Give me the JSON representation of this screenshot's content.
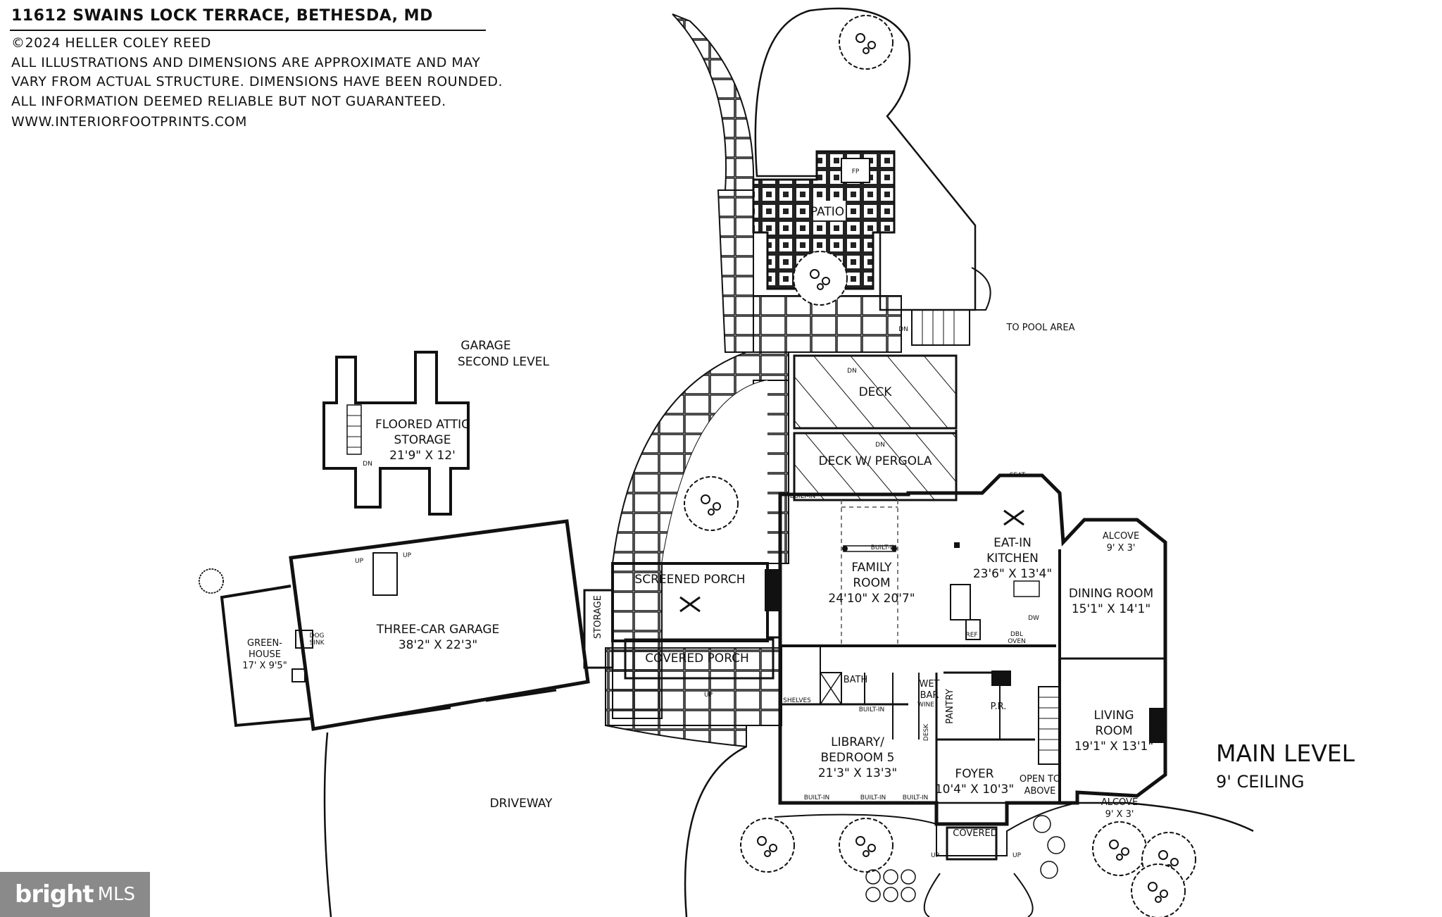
{
  "header": {
    "title": "11612 SWAINS LOCK TERRACE, BETHESDA, MD",
    "copyright": "©2024 HELLER COLEY REED",
    "disclaimer_1": "ALL ILLUSTRATIONS AND DIMENSIONS ARE APPROXIMATE AND MAY",
    "disclaimer_2": "VARY FROM ACTUAL STRUCTURE. DIMENSIONS HAVE BEEN ROUNDED.",
    "disclaimer_3": "ALL INFORMATION DEEMED RELIABLE BUT NOT GUARANTEED.",
    "website": "WWW.INTERIORFOOTPRINTS.COM"
  },
  "level": {
    "title": "MAIN LEVEL",
    "ceiling": "9' CEILING"
  },
  "rooms": {
    "patio": "PATIO",
    "fp": "FP",
    "to_pool": "TO POOL AREA",
    "garage_second_1": "GARAGE",
    "garage_second_2": "SECOND LEVEL",
    "attic_1": "FLOORED ATTIC",
    "attic_2": "STORAGE",
    "attic_dim": "21'9\" X 12'",
    "deck": "DECK",
    "deck_pergola": "DECK W/ PERGOLA",
    "family_1": "FAMILY",
    "family_2": "ROOM",
    "family_dim": "24'10\" X 20'7\"",
    "kitchen_1": "EAT-IN",
    "kitchen_2": "KITCHEN",
    "kitchen_dim": "23'6\" X 13'4\"",
    "alcove_top": "ALCOVE",
    "alcove_top_dim": "9' X 3'",
    "dining": "DINING ROOM",
    "dining_dim": "15'1\" X 14'1\"",
    "screened_porch": "SCREENED PORCH",
    "covered_porch": "COVERED PORCH",
    "storage": "STORAGE",
    "garage": "THREE-CAR GARAGE",
    "garage_dim": "38'2\" X 22'3\"",
    "green_1": "GREEN-",
    "green_2": "HOUSE",
    "green_dim": "17' X 9'5\"",
    "dog_sink_1": "DOG",
    "dog_sink_2": "SINK",
    "bath": "BATH",
    "shelves": "SHELVES",
    "wet_bar_1": "WET",
    "wet_bar_2": "BAR",
    "wine": "WINE",
    "pantry": "PANTRY",
    "pr": "P.R.",
    "desk": "DESK",
    "ref": "REF",
    "dbl_oven_1": "DBL",
    "dbl_oven_2": "OVEN",
    "dw": "DW",
    "seat": "SEAT",
    "library_1": "LIBRARY/",
    "library_2": "BEDROOM 5",
    "library_dim": "21'3\" X 13'3\"",
    "foyer": "FOYER",
    "foyer_dim": "10'4\" X 10'3\"",
    "open_above_1": "OPEN TO",
    "open_above_2": "ABOVE",
    "living_1": "LIVING",
    "living_2": "ROOM",
    "living_dim": "19'1\" X 13'1\"",
    "alcove_bot": "ALCOVE",
    "alcove_bot_dim": "9' X 3'",
    "covered": "COVERED",
    "driveway": "DRIVEWAY",
    "built_in": "BUILT-IN",
    "up": "UP",
    "dn": "DN"
  },
  "logo": {
    "bright": "bright",
    "mls": "MLS"
  }
}
